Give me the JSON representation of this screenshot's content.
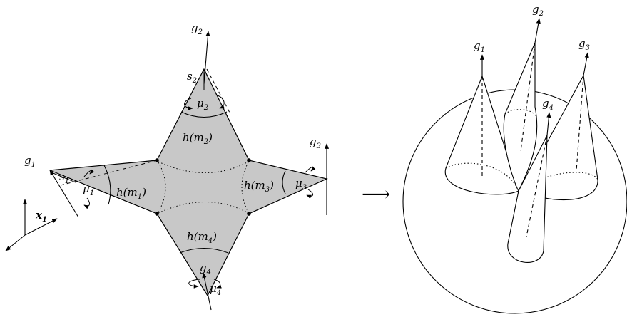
{
  "colors": {
    "fill": "#c8c8c8",
    "stroke": "#000000",
    "background": "#ffffff"
  },
  "left": {
    "generators": [
      {
        "base": "g",
        "sub": "1"
      },
      {
        "base": "g",
        "sub": "2"
      },
      {
        "base": "g",
        "sub": "3"
      },
      {
        "base": "g",
        "sub": "4"
      }
    ],
    "s_labels": [
      {
        "base": "s",
        "sub": "1"
      },
      {
        "base": "s",
        "sub": "2"
      }
    ],
    "mu_labels": [
      {
        "base": "μ",
        "sub": "1"
      },
      {
        "base": "μ",
        "sub": "2"
      },
      {
        "base": "μ",
        "sub": "3"
      },
      {
        "base": "μ",
        "sub": "4"
      }
    ],
    "h_labels": [
      {
        "pre": "h(m",
        "sub": "1",
        "post": ")"
      },
      {
        "pre": "h(m",
        "sub": "2",
        "post": ")"
      },
      {
        "pre": "h(m",
        "sub": "3",
        "post": ")"
      },
      {
        "pre": "h(m",
        "sub": "4",
        "post": ")"
      }
    ],
    "frame_label": {
      "base": "x",
      "sub": "1"
    }
  },
  "arrow": "⟶",
  "right": {
    "generators": [
      {
        "base": "g",
        "sub": "1"
      },
      {
        "base": "g",
        "sub": "2"
      },
      {
        "base": "g",
        "sub": "3"
      },
      {
        "base": "g",
        "sub": "4"
      }
    ]
  }
}
